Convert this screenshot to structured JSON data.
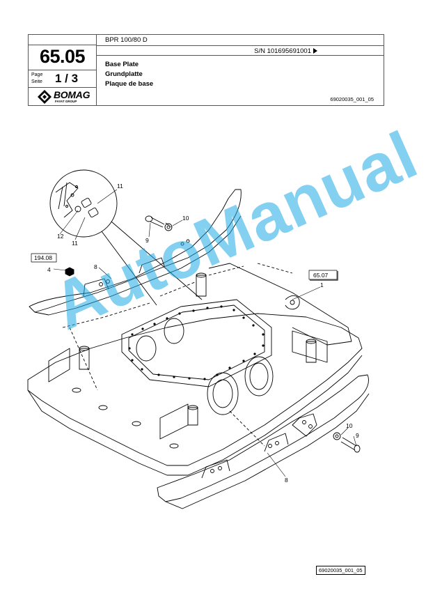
{
  "header": {
    "group_number": "65.05",
    "page_label_1": "Page",
    "page_label_2": "Seite",
    "page_number": "1  /  3",
    "logo_text": "BOMAG",
    "logo_sub": "FAYAT GROUP",
    "model": "BPR 100/80 D",
    "serial": "S/N 101695691001",
    "title_en": "Base Plate",
    "title_de": "Grundplatte",
    "title_fr": "Plaque de base",
    "drawing_number": "69020035_001_05"
  },
  "callouts": {
    "c11a": "11",
    "c12": "12",
    "c11b": "11",
    "c10a": "10",
    "c9a": "9",
    "c8a": "8",
    "c4": "4",
    "ref19408": "194.08",
    "ref6507": "65.07",
    "c1": "1",
    "c10b": "10",
    "c9b": "9",
    "c8b": "8"
  },
  "footer": {
    "drawing_number": "69020035_001_05"
  },
  "watermark": "AutoManual",
  "colors": {
    "watermark": "#1eaae6",
    "line": "#000000"
  }
}
